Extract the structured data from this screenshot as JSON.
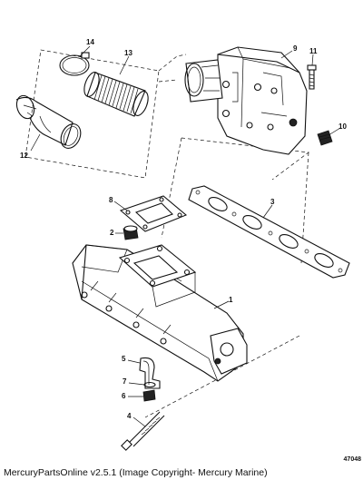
{
  "callouts": [
    {
      "id": "14",
      "label": "14"
    },
    {
      "id": "13",
      "label": "13"
    },
    {
      "id": "12",
      "label": "12"
    },
    {
      "id": "9",
      "label": "9"
    },
    {
      "id": "11",
      "label": "11"
    },
    {
      "id": "10",
      "label": "10"
    },
    {
      "id": "8",
      "label": "8"
    },
    {
      "id": "3",
      "label": "3"
    },
    {
      "id": "2",
      "label": "2"
    },
    {
      "id": "1",
      "label": "1"
    },
    {
      "id": "5",
      "label": "5"
    },
    {
      "id": "7",
      "label": "7"
    },
    {
      "id": "6",
      "label": "6"
    },
    {
      "id": "4",
      "label": "4"
    }
  ],
  "part_number": "47048",
  "footer_text": "MercuryPartsOnline v2.5.1 (Image Copyright- Mercury Marine)"
}
